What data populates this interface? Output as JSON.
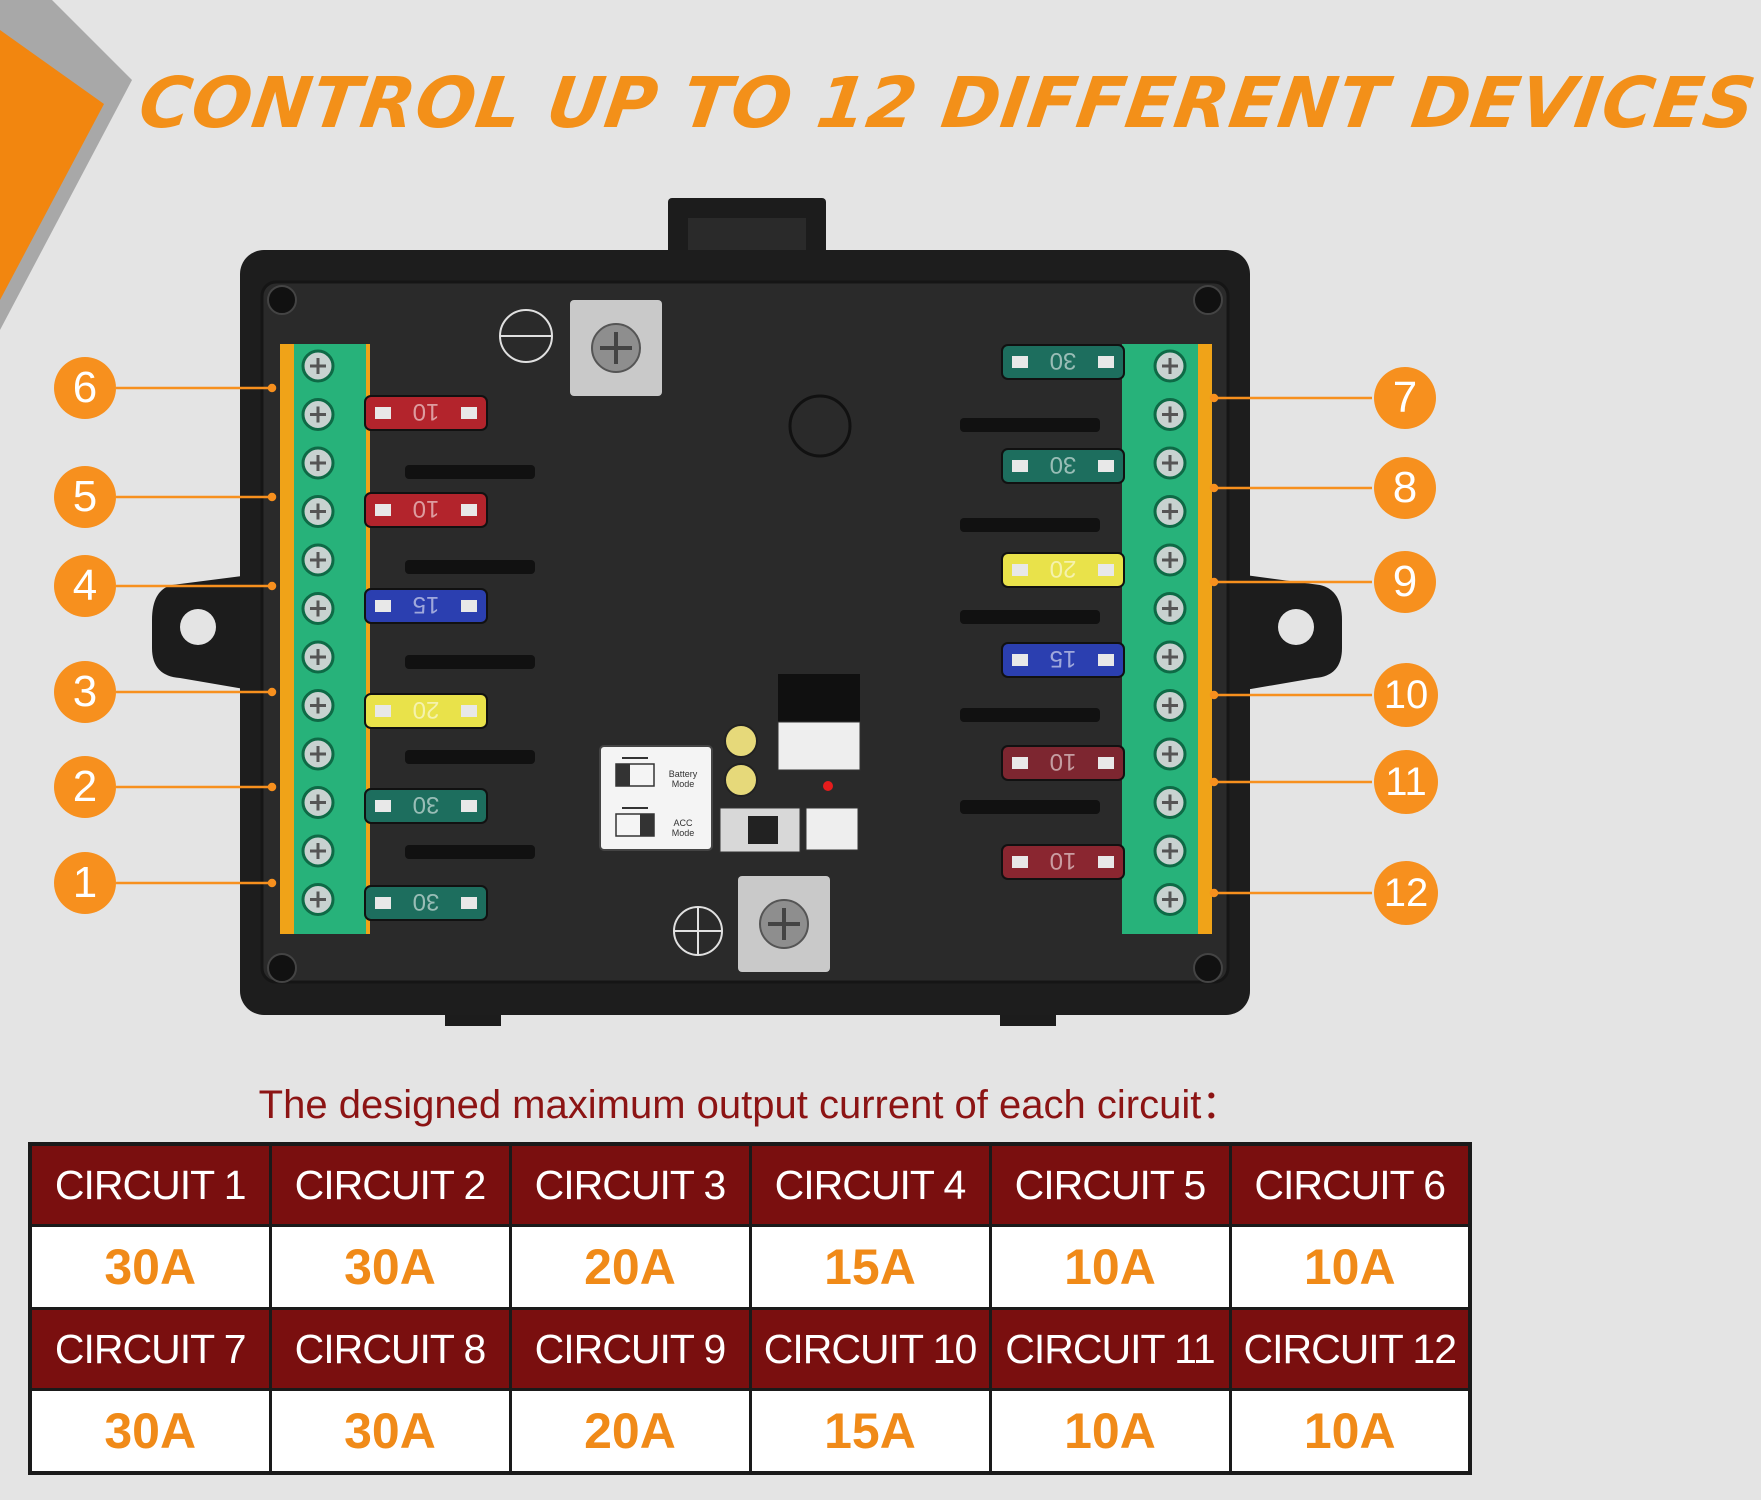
{
  "headline": "CONTROL UP TO 12 DIFFERENT DEVICES",
  "colors": {
    "accent_orange": "#f7901e",
    "table_header": "#7a0f0f",
    "terminal_green": "#1fa870",
    "housing": "#1e1e1e"
  },
  "callouts": {
    "left": [
      "6",
      "5",
      "4",
      "3",
      "2",
      "1"
    ],
    "right": [
      "7",
      "8",
      "9",
      "10",
      "11",
      "12"
    ]
  },
  "fuses": {
    "left": [
      {
        "rating": "10",
        "color": "#b3242c"
      },
      {
        "rating": "10",
        "color": "#b3242c"
      },
      {
        "rating": "15",
        "color": "#2b3fb0"
      },
      {
        "rating": "20",
        "color": "#e9e24a"
      },
      {
        "rating": "30",
        "color": "#1d6e5e"
      },
      {
        "rating": "30",
        "color": "#1d6e5e"
      }
    ],
    "right": [
      {
        "rating": "30",
        "color": "#1d6e5e"
      },
      {
        "rating": "30",
        "color": "#1d6e5e"
      },
      {
        "rating": "20",
        "color": "#e9e24a"
      },
      {
        "rating": "15",
        "color": "#2b3fb0"
      },
      {
        "rating": "10",
        "color": "#7d2630"
      },
      {
        "rating": "10",
        "color": "#8a2630"
      }
    ]
  },
  "switch_panel": {
    "battery_line1": "Battery",
    "battery_line2": "Mode",
    "acc_line1": "ACC",
    "acc_line2": "Mode"
  },
  "caption": "The designed maximum output current of each circuit：",
  "table": {
    "rows": [
      {
        "circuits": [
          "CIRCUIT 1",
          "CIRCUIT 2",
          "CIRCUIT 3",
          "CIRCUIT 4",
          "CIRCUIT 5",
          "CIRCUIT 6"
        ],
        "currents": [
          "30A",
          "30A",
          "20A",
          "15A",
          "10A",
          "10A"
        ]
      },
      {
        "circuits": [
          "CIRCUIT 7",
          "CIRCUIT 8",
          "CIRCUIT 9",
          "CIRCUIT 10",
          "CIRCUIT 11",
          "CIRCUIT 12"
        ],
        "currents": [
          "30A",
          "30A",
          "20A",
          "15A",
          "10A",
          "10A"
        ]
      }
    ]
  }
}
